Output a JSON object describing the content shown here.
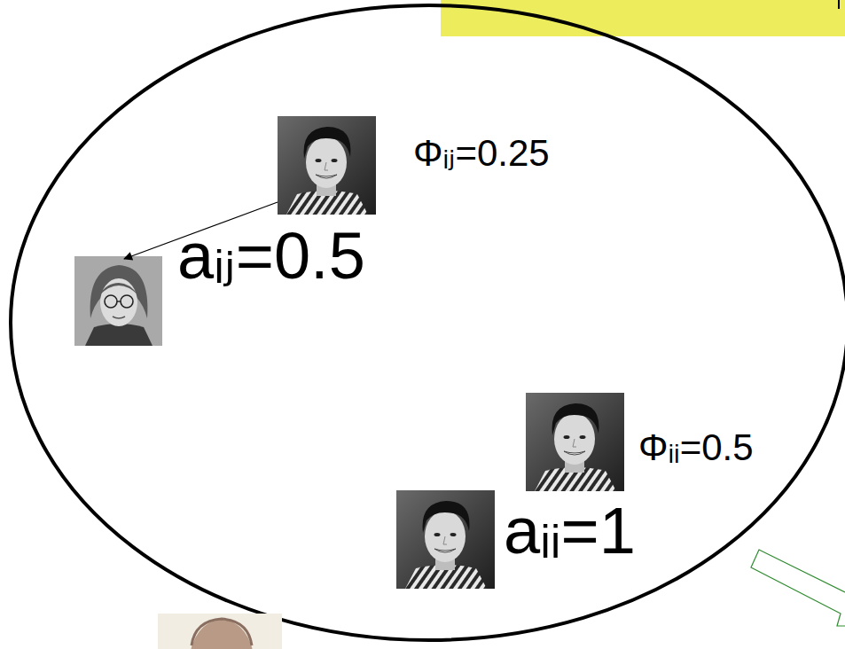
{
  "diagram": {
    "labels": [
      "Φᵢⱼ=0.25",
      "aᵢⱼ=0.5",
      "Φᵢᵢ=0.5",
      "aᵢᵢ=1"
    ]
  }
}
